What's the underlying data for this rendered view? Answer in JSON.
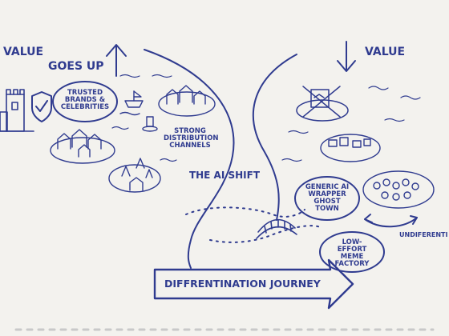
{
  "colors": {
    "ink": "#2f3b8f",
    "paper": "#f3f2ee",
    "faint": "#c9c9c9"
  },
  "left": {
    "value_label": "VALUE",
    "goes_up_label": "GOES UP",
    "trusted_label": "TRUSTED BRANDS & CELEBRITIES",
    "distribution_label": "STRONG DISTRIBUTION CHANNELS"
  },
  "center": {
    "shift_label": "THE AI SHIFT"
  },
  "right": {
    "value_label": "VALUE",
    "ghost_label": "GENERIC AI WRAPPER GHOST TOWN",
    "meme_label": "LOW-EFFORT MEME FACTORY",
    "undiff_label": "UNDIFERENTI AGENCY DES"
  },
  "bottom": {
    "journey_label": "DIFFRENTINATION JOURNEY"
  }
}
